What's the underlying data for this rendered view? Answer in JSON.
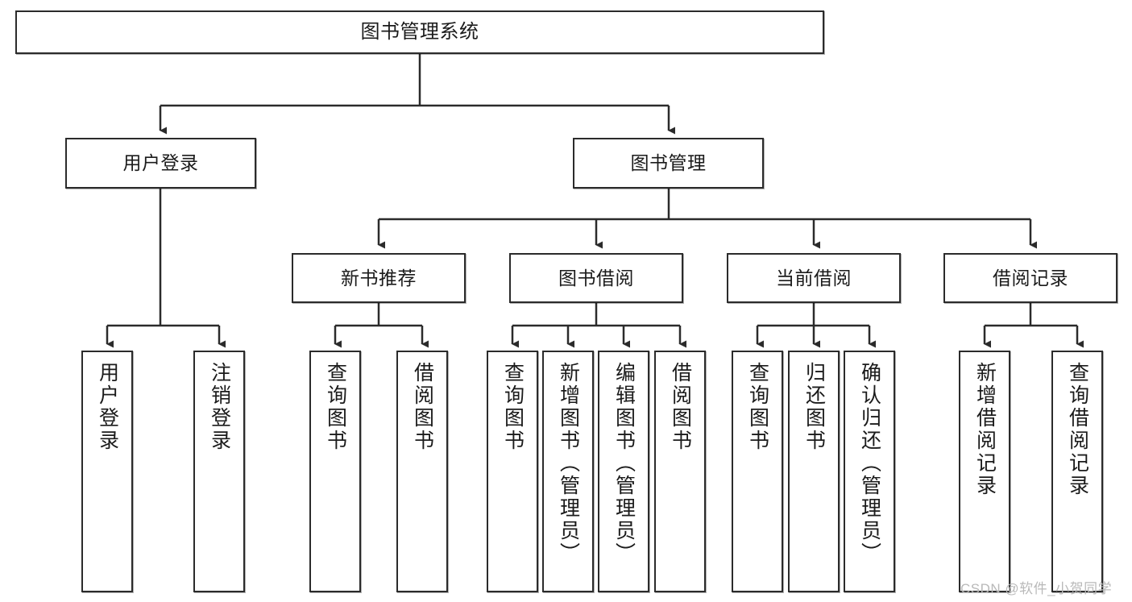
{
  "diagram": {
    "title": "图书管理系统",
    "type": "hierarchy-tree",
    "colors": {
      "box_border": "#2b2b2b",
      "box_fill": "#ffffff",
      "connector": "#2b2b2b",
      "text": "#1b1b1b",
      "watermark": "#b9b9b9",
      "background": "#ffffff"
    },
    "levels": {
      "root": {
        "label": "图书管理系统"
      },
      "level2": [
        {
          "id": "user-login",
          "label": "用户登录"
        },
        {
          "id": "book-management",
          "label": "图书管理"
        }
      ],
      "level3": [
        {
          "id": "new-book-recommend",
          "label": "新书推荐"
        },
        {
          "id": "book-borrow",
          "label": "图书借阅"
        },
        {
          "id": "current-borrow",
          "label": "当前借阅"
        },
        {
          "id": "borrow-record",
          "label": "借阅记录"
        }
      ],
      "leaves": {
        "user_login": [
          {
            "id": "leaf-user-login",
            "label": "用户登录"
          },
          {
            "id": "leaf-logout-login",
            "label": "注销登录"
          }
        ],
        "new_book_recommend": [
          {
            "id": "leaf-query-book-1",
            "label": "查询图书"
          },
          {
            "id": "leaf-borrow-book-1",
            "label": "借阅图书"
          }
        ],
        "book_borrow": [
          {
            "id": "leaf-query-book-2",
            "label": "查询图书"
          },
          {
            "id": "leaf-add-book-admin",
            "label": "新增图书（管理员）"
          },
          {
            "id": "leaf-edit-book-admin",
            "label": "编辑图书（管理员）"
          },
          {
            "id": "leaf-borrow-book-2",
            "label": "借阅图书"
          }
        ],
        "current_borrow": [
          {
            "id": "leaf-query-book-3",
            "label": "查询图书"
          },
          {
            "id": "leaf-return-book",
            "label": "归还图书"
          },
          {
            "id": "leaf-confirm-return-admin",
            "label": "确认归还（管理员）"
          }
        ],
        "borrow_record": [
          {
            "id": "leaf-add-borrow-record",
            "label": "新增借阅记录"
          },
          {
            "id": "leaf-query-borrow-record",
            "label": "查询借阅记录"
          }
        ]
      }
    },
    "watermark": "CSDN @软件_小贺同学"
  }
}
